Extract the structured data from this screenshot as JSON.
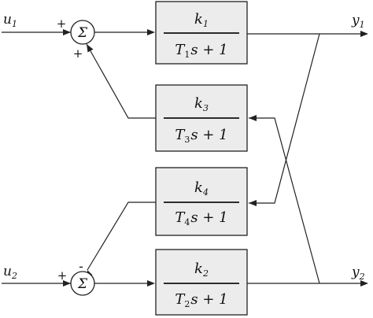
{
  "inputs": [
    {
      "name": "u",
      "sub": "1"
    },
    {
      "name": "u",
      "sub": "2"
    }
  ],
  "outputs": [
    {
      "name": "y",
      "sub": "1"
    },
    {
      "name": "y",
      "sub": "2"
    }
  ],
  "summing_junctions": [
    {
      "symbol": "Σ",
      "sign_a": "+",
      "sign_b": "+"
    },
    {
      "symbol": "Σ",
      "sign_a": "+",
      "sign_b": "-"
    }
  ],
  "blocks": [
    {
      "num": "k",
      "num_sub": "1",
      "den_T": "T",
      "den_sub": "1",
      "den_rest": "s + 1"
    },
    {
      "num": "k",
      "num_sub": "3",
      "den_T": "T",
      "den_sub": "3",
      "den_rest": "s + 1"
    },
    {
      "num": "k",
      "num_sub": "4",
      "den_T": "T",
      "den_sub": "4",
      "den_rest": "s + 1"
    },
    {
      "num": "k",
      "num_sub": "2",
      "den_T": "T",
      "den_sub": "2",
      "den_rest": "s + 1"
    }
  ]
}
